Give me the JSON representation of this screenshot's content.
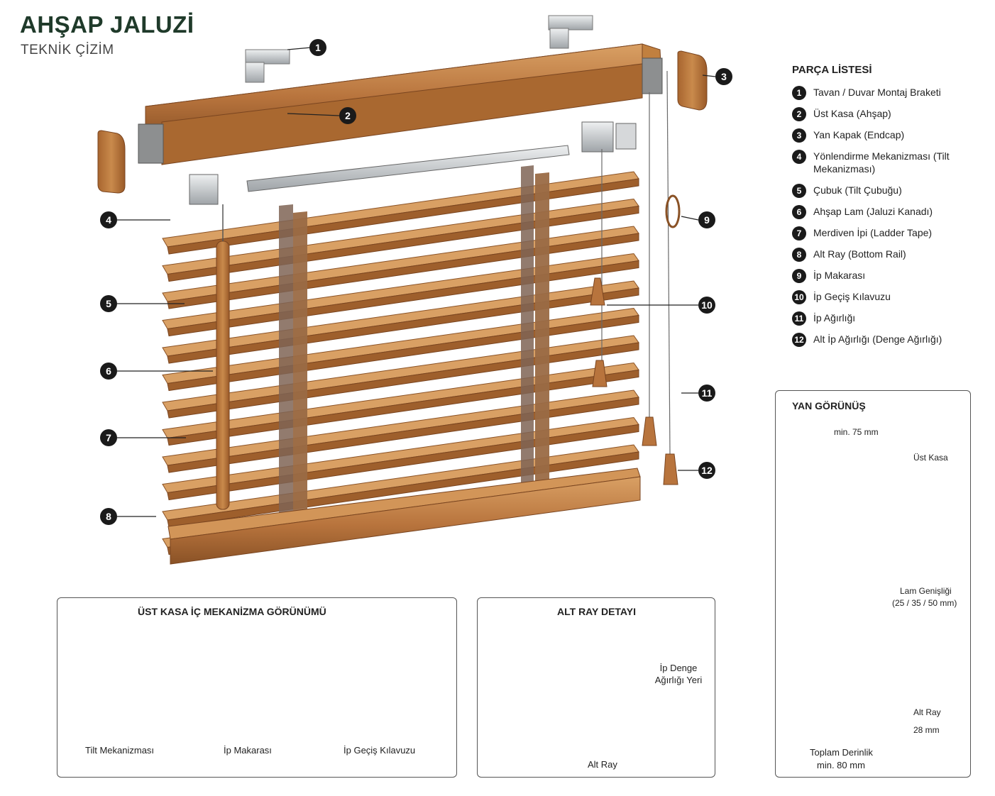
{
  "header": {
    "title": "AHŞAP JALUZİ",
    "subtitle": "TEKNİK ÇİZİM"
  },
  "parts_list": {
    "title": "PARÇA LİSTESİ",
    "items": [
      {
        "num": "1",
        "label": "Tavan / Duvar Montaj Braketi"
      },
      {
        "num": "2",
        "label": "Üst Kasa (Ahşap)"
      },
      {
        "num": "3",
        "label": "Yan Kapak (Endcap)"
      },
      {
        "num": "4",
        "label": "Yönlendirme Mekanizması (Tilt Mekanizması)"
      },
      {
        "num": "5",
        "label": "Çubuk (Tilt Çubuğu)"
      },
      {
        "num": "6",
        "label": "Ahşap Lam (Jaluzi Kanadı)"
      },
      {
        "num": "7",
        "label": "Merdiven İpi (Ladder Tape)"
      },
      {
        "num": "8",
        "label": "Alt Ray (Bottom Rail)"
      },
      {
        "num": "9",
        "label": "İp Makarası"
      },
      {
        "num": "10",
        "label": "İp Geçiş Kılavuzu"
      },
      {
        "num": "11",
        "label": "İp Ağırlığı"
      },
      {
        "num": "12",
        "label": "Alt İp Ağırlığı (Denge Ağırlığı)"
      }
    ]
  },
  "callouts": [
    "1",
    "2",
    "3",
    "4",
    "5",
    "6",
    "7",
    "8",
    "9",
    "10",
    "11",
    "12"
  ],
  "panel_top": {
    "title": "ÜST KASA İÇ MEKANİZMA GÖRÜNÜMÜ",
    "labels": {
      "tilt": "Tilt Mekanizması",
      "pulley": "İp Makarası",
      "guide": "İp Geçiş Kılavuzu"
    }
  },
  "panel_rail": {
    "title": "ALT RAY DETAYI",
    "labels": {
      "weight_slot": "İp Denge Ağırlığı Yeri",
      "rail": "Alt Ray"
    }
  },
  "panel_side": {
    "title": "YAN GÖRÜNÜŞ",
    "labels": {
      "min_width": "min. 75 mm",
      "top_frame": "Üst Kasa",
      "slat_width": "Lam Genişliği",
      "slat_sizes": "(25 / 35 / 50 mm)",
      "bottom_rail": "Alt Ray",
      "rail_size": "28 mm",
      "total_depth": "Toplam Derinlik",
      "total_depth_value": "min. 80 mm"
    }
  },
  "colors": {
    "wood": "#b8743d",
    "wood_dark": "#8a5226",
    "wood_light": "#d39a5e",
    "tape": "#9a6a44",
    "metal": "#c9ccce"
  }
}
